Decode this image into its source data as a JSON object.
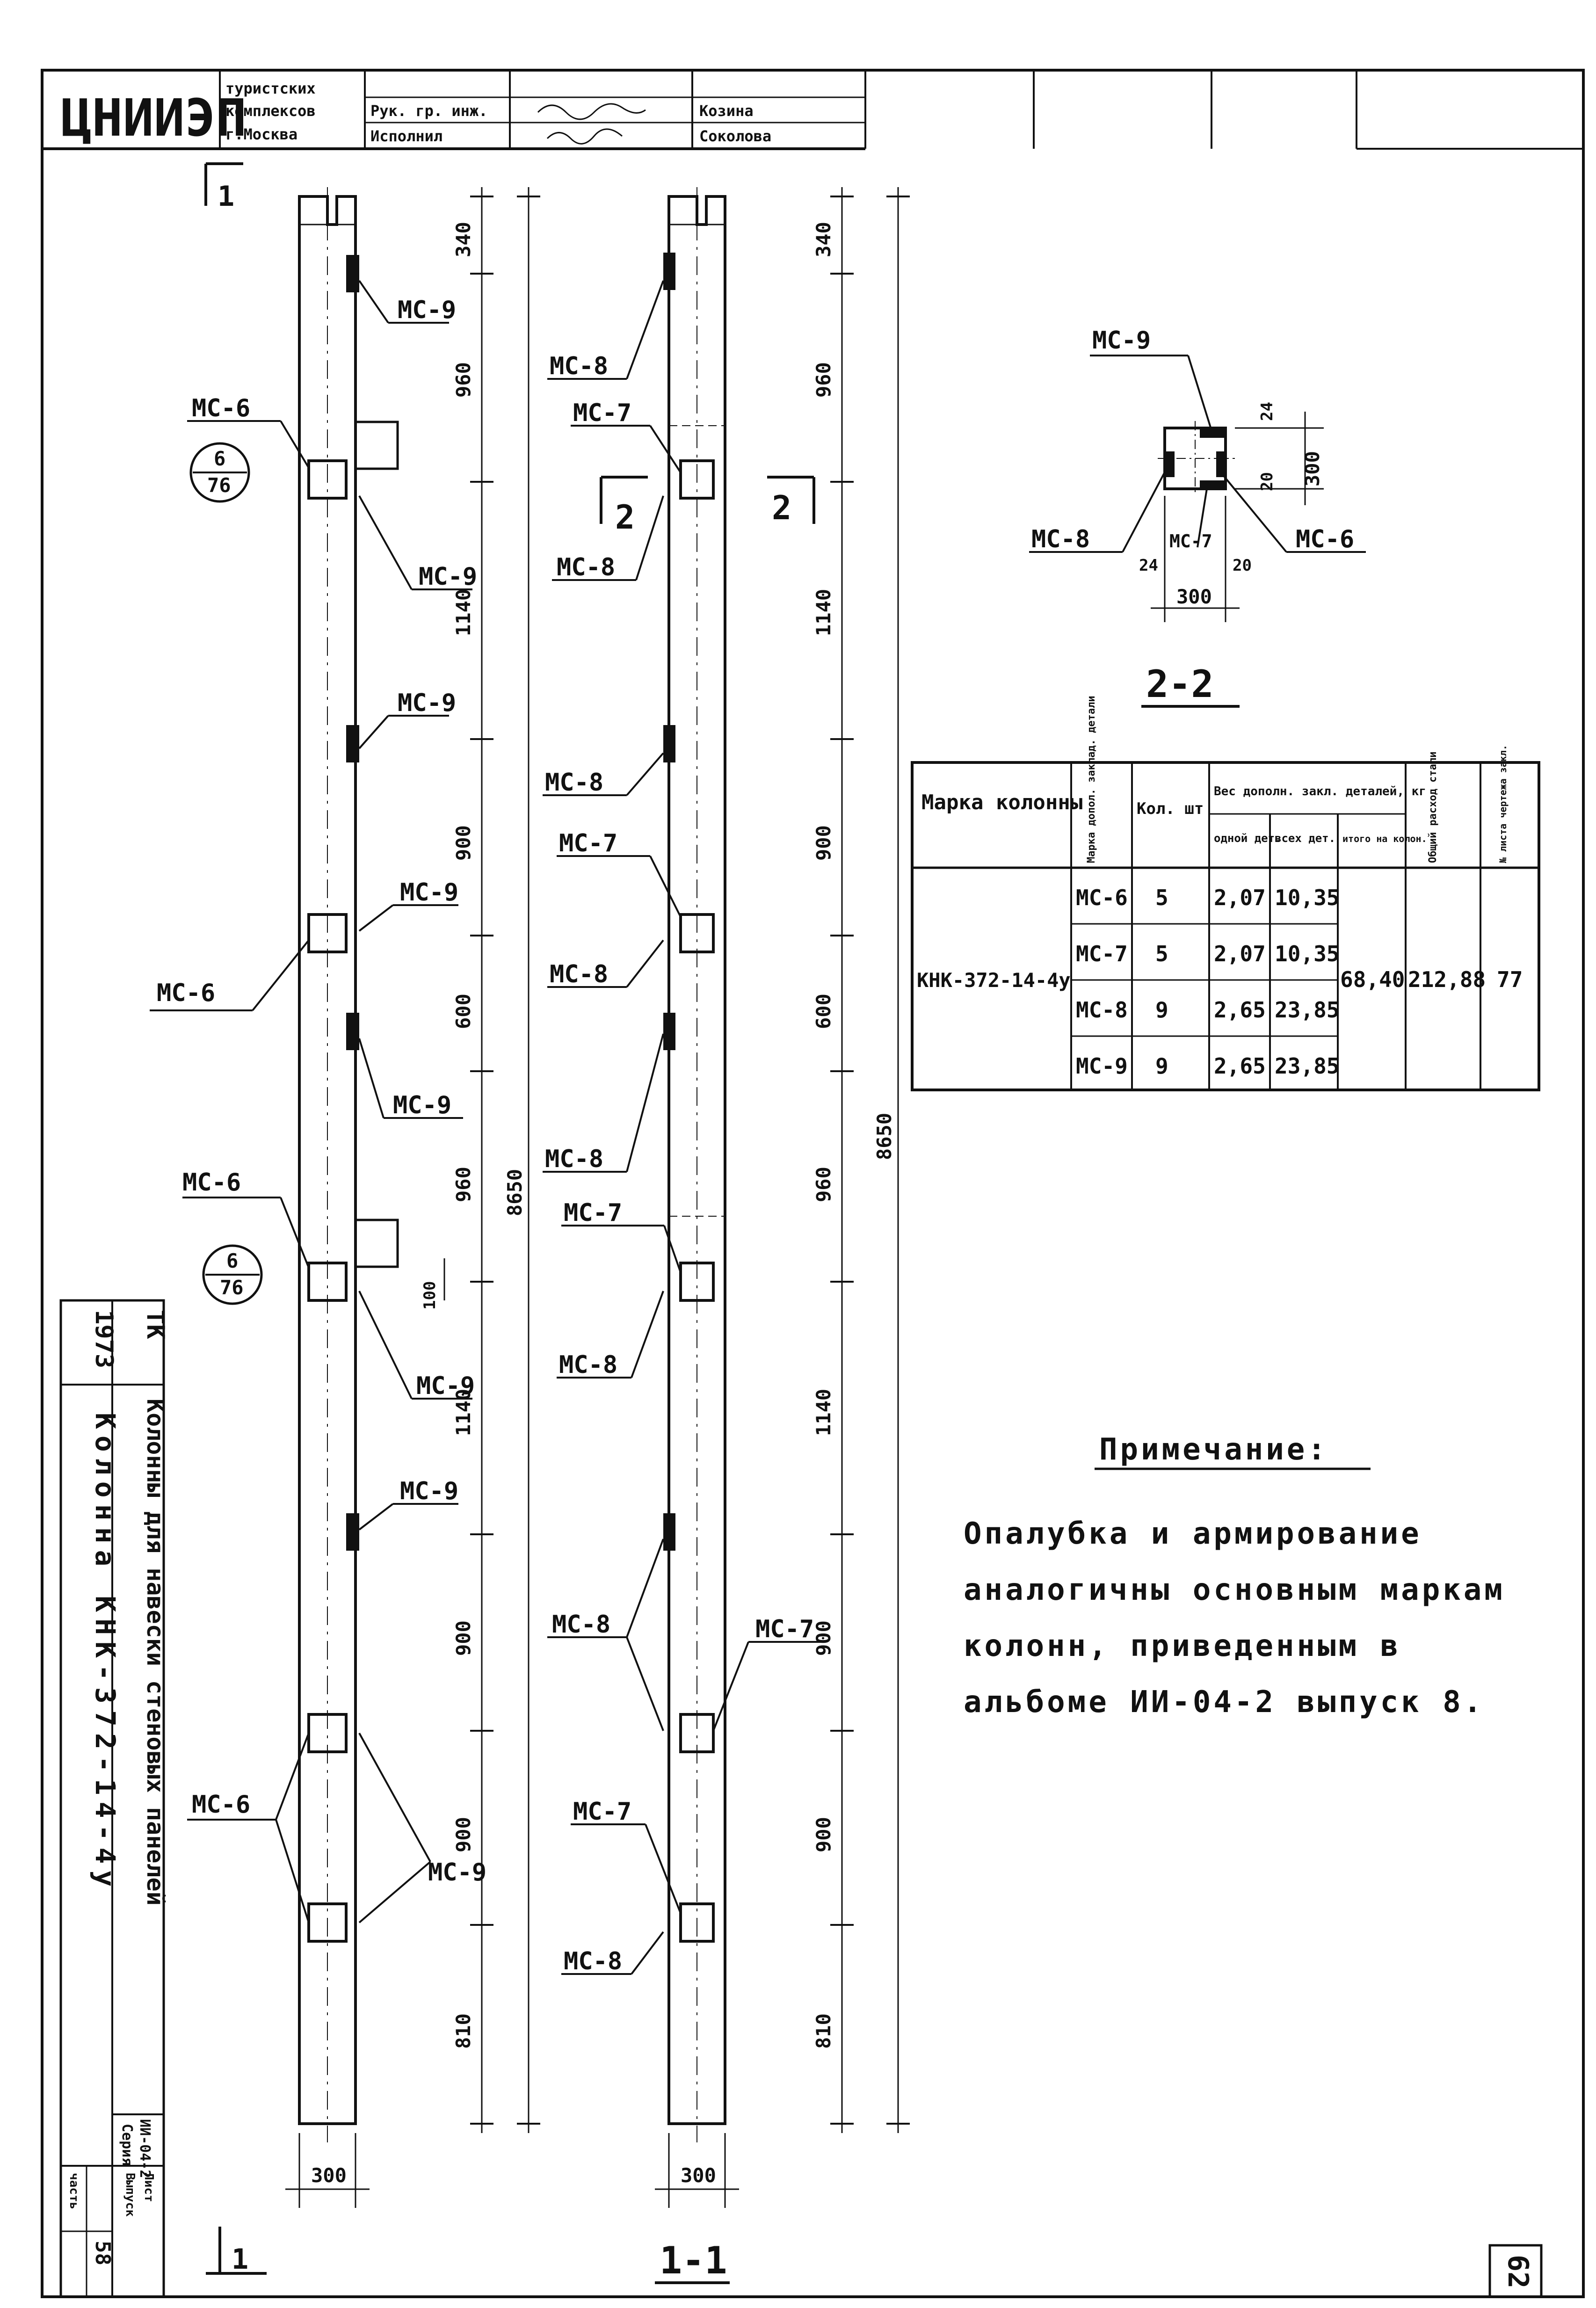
{
  "title_block": {
    "logo": "ЦНИИЭП",
    "org_line1": "туристских",
    "org_line2": "комплексов",
    "org_line3": "г.Москва",
    "role1": "Рук. гр. инж.",
    "role2": "Исполнил",
    "name1": "Козина",
    "name2": "Соколова"
  },
  "side_stamp": {
    "code": "ТК",
    "year": "1973",
    "series_title": "Колонны для навески стеновых панелей",
    "sheet_title": "Колонна КНК-372-14-4у",
    "series_label": "Серия",
    "series_value": "ИИ-04-2",
    "issue_label": "Выпуск",
    "part_label": "часть",
    "sheet_label": "Лист",
    "sheet_value": "58"
  },
  "page_number": "62",
  "markers": {
    "section_1": "1",
    "section_2": "2",
    "callout_num": "6",
    "callout_den": "76",
    "section_label_main": "1-1",
    "section_label_detail": "2-2"
  },
  "plates": {
    "mc6": "МС-6",
    "mc7": "МС-7",
    "mc8": "МС-8",
    "mc9": "МС-9"
  },
  "dimensions": {
    "segments": [
      "340",
      "960",
      "1140",
      "900",
      "600",
      "960",
      "1140",
      "900",
      "900",
      "810"
    ],
    "overall": "8650",
    "width": "300",
    "offset_100": "100",
    "detail_24": "24",
    "detail_20": "20",
    "detail_300": "300"
  },
  "table": {
    "headers": {
      "col_mark": "Марка колонны",
      "col_part": "Марка допол. заклад. детали",
      "col_qty": "Кол. шт",
      "col_weight_group": "Вес дополн. закл. деталей, кг",
      "col_one": "одной дет.",
      "col_all": "всех дет.",
      "col_total": "итого на колон.",
      "col_steel": "Общий расход стали",
      "col_sheet": "№ листа чертежа закл."
    },
    "column_mark": "КНК-372-14-4у",
    "rows": [
      {
        "part": "МС-6",
        "qty": "5",
        "one": "2,07",
        "all": "10,35"
      },
      {
        "part": "МС-7",
        "qty": "5",
        "one": "2,07",
        "all": "10,35"
      },
      {
        "part": "МС-8",
        "qty": "9",
        "one": "2,65",
        "all": "23,85"
      },
      {
        "part": "МС-9",
        "qty": "9",
        "one": "2,65",
        "all": "23,85"
      }
    ],
    "total": "68,40",
    "steel": "212,88",
    "sheet_ref": "77"
  },
  "note": {
    "heading": "Примечание:",
    "line1": "Опалубка и армирование",
    "line2": "аналогичны основным маркам",
    "line3": "колонн, приведенным в",
    "line4": "альбоме ИИ-04-2 выпуск 8."
  }
}
